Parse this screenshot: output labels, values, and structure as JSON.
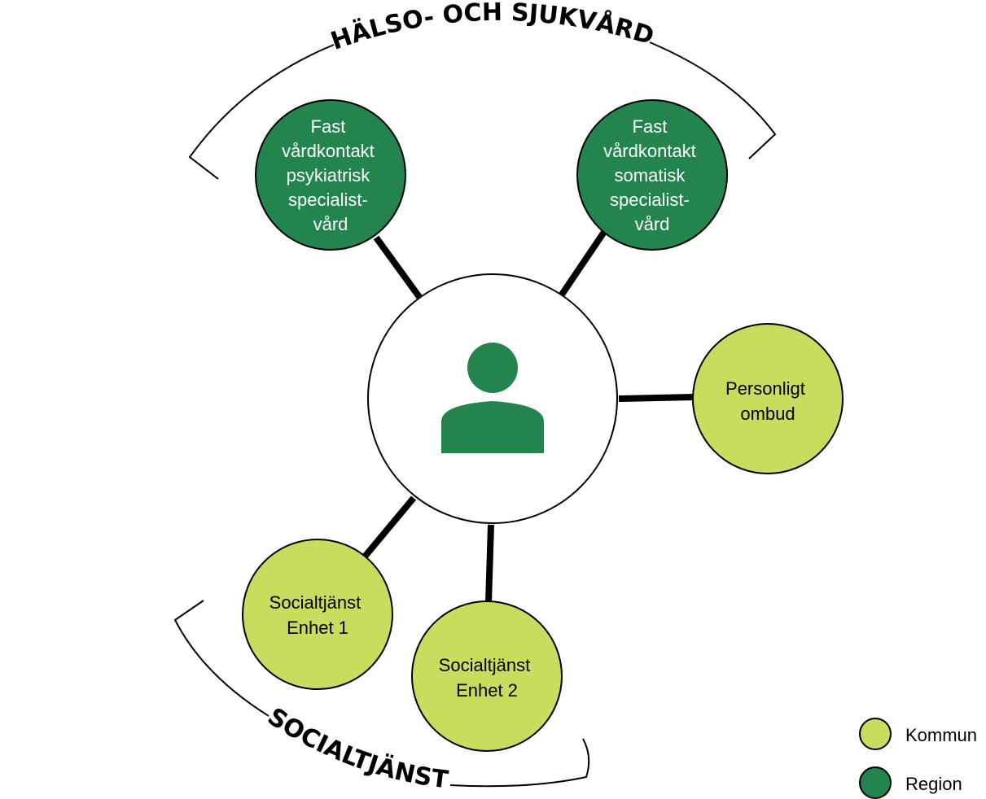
{
  "colors": {
    "region": "#23844e",
    "kommun": "#c9dc5e",
    "line": "#000000",
    "text_light": "#ffffff",
    "text_dark": "#000000"
  },
  "group_titles": {
    "halso": "HÄLSO- OCH SJUKVÅRD",
    "social": "SOCIALTJÄNST"
  },
  "nodes": {
    "center": {
      "icon": "person-icon"
    },
    "psyk": {
      "lines": [
        "Fast",
        "vårdkontakt",
        "psykiatrisk",
        "specialist-",
        "vård"
      ],
      "category": "region"
    },
    "soma": {
      "lines": [
        "Fast",
        "vårdkontakt",
        "somatisk",
        "specialist-",
        "vård"
      ],
      "category": "region"
    },
    "ombud": {
      "lines": [
        "Personligt",
        "ombud"
      ],
      "category": "kommun"
    },
    "soc1": {
      "lines": [
        "Socialtjänst",
        "Enhet 1"
      ],
      "category": "kommun"
    },
    "soc2": {
      "lines": [
        "Socialtjänst",
        "Enhet 2"
      ],
      "category": "kommun"
    }
  },
  "legend": [
    {
      "label": "Kommun",
      "category": "kommun"
    },
    {
      "label": "Region",
      "category": "region"
    }
  ]
}
